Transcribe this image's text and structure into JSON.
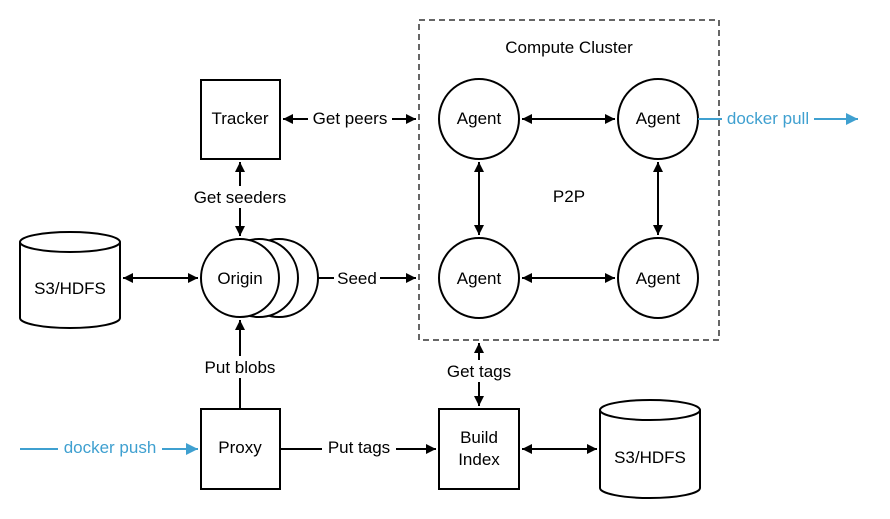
{
  "colors": {
    "stroke": "#000000",
    "external": "#3fa0d0",
    "background": "#ffffff"
  },
  "cluster": {
    "title": "Compute Cluster",
    "p2p_label": "P2P"
  },
  "nodes": {
    "tracker": "Tracker",
    "origin": "Origin",
    "proxy": "Proxy",
    "build_index_line1": "Build",
    "build_index_line2": "Index",
    "storage_left": "S3/HDFS",
    "storage_right": "S3/HDFS",
    "agent": "Agent"
  },
  "edges": {
    "get_peers": "Get peers",
    "get_seeders": "Get seeders",
    "seed": "Seed",
    "put_blobs": "Put blobs",
    "put_tags": "Put tags",
    "get_tags": "Get tags",
    "docker_push": "docker push",
    "docker_pull": "docker pull"
  }
}
